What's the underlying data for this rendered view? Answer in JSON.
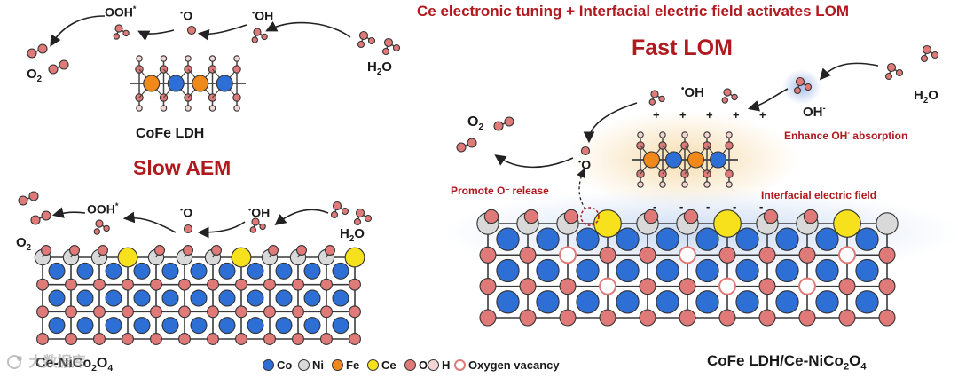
{
  "header": {
    "title": "Ce electronic tuning + Interfacial electric field activates LOM"
  },
  "left_top": {
    "species_oooh": "OOH",
    "species_o": "O",
    "species_oh": "OH",
    "species_h2o": "H",
    "species_o2": "O",
    "radical_mark": "*",
    "dot_mark": "•",
    "catalyst": "CoFe LDH",
    "mechanism": "Slow AEM"
  },
  "left_bottom": {
    "species_oooh": "OOH",
    "species_o": "O",
    "species_oh": "OH",
    "species_h2o": "H",
    "species_o2": "O",
    "catalyst": "Ce-NiCo",
    "catalyst_sub1": "2",
    "catalyst_mid": "O",
    "catalyst_sub2": "4"
  },
  "right": {
    "mechanism": "Fast LOM",
    "species_oh": "OH",
    "species_oh_minus": "OH",
    "minus_mark": "-",
    "species_h2o": "H",
    "species_o2": "O",
    "species_o": "O",
    "enhance": "Enhance OH",
    "enhance_tail": " absorption",
    "promote": "Promote O",
    "promote_sup": "L",
    "promote_tail": " release",
    "field": "Interfacial electric field",
    "plus_signs": [
      "+",
      "+",
      "+",
      "+",
      "+"
    ],
    "minus_signs": [
      "-",
      "-",
      "-",
      "-",
      "-"
    ],
    "catalyst": "CoFe LDH/Ce-NiCo",
    "catalyst_sub1": "2",
    "catalyst_mid": "O",
    "catalyst_sub2": "4"
  },
  "legend": [
    {
      "label": "Co",
      "color": "#2e6fd6",
      "hollow": false
    },
    {
      "label": "Ni",
      "color": "#d9d9d9",
      "hollow": false
    },
    {
      "label": "Fe",
      "color": "#f0891c",
      "hollow": false
    },
    {
      "label": "Ce",
      "color": "#f7e11c",
      "hollow": false
    },
    {
      "label": "O",
      "color": "#e07a78",
      "hollow": false
    },
    {
      "label": "H",
      "color": "#f3d6d4",
      "hollow": false
    },
    {
      "label": "Oxygen vacancy",
      "color": "#e07a78",
      "hollow": true
    }
  ],
  "watermark": "大数据库",
  "colors": {
    "co": "#2e6fd6",
    "ni": "#d9d9d9",
    "fe": "#f0891c",
    "ce": "#f7e11c",
    "o": "#e07a78",
    "h": "#f3d6d4",
    "title_red": "#b0191e",
    "field_glow": "#f6d9a6",
    "surface_glow": "#c9d9f2"
  }
}
